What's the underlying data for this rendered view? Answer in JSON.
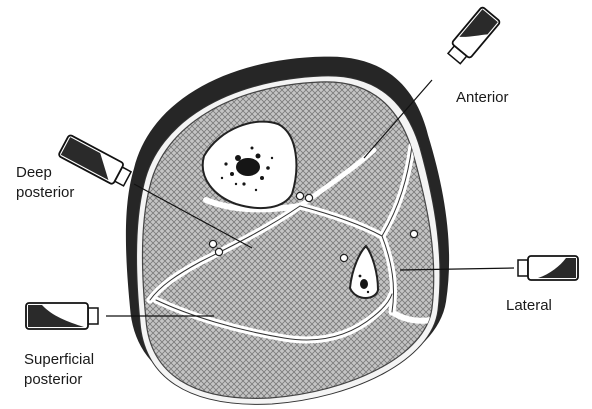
{
  "labels": {
    "anterior": "Anterior",
    "deep_posterior": [
      "Deep",
      "posterior"
    ],
    "lateral": "Lateral",
    "superficial_posterior": [
      "Superficial",
      "posterior"
    ]
  },
  "colors": {
    "ink": "#1a1a1a",
    "muscle_fill": "#bdbdbd",
    "skin": "#262626",
    "paper": "#ffffff"
  }
}
